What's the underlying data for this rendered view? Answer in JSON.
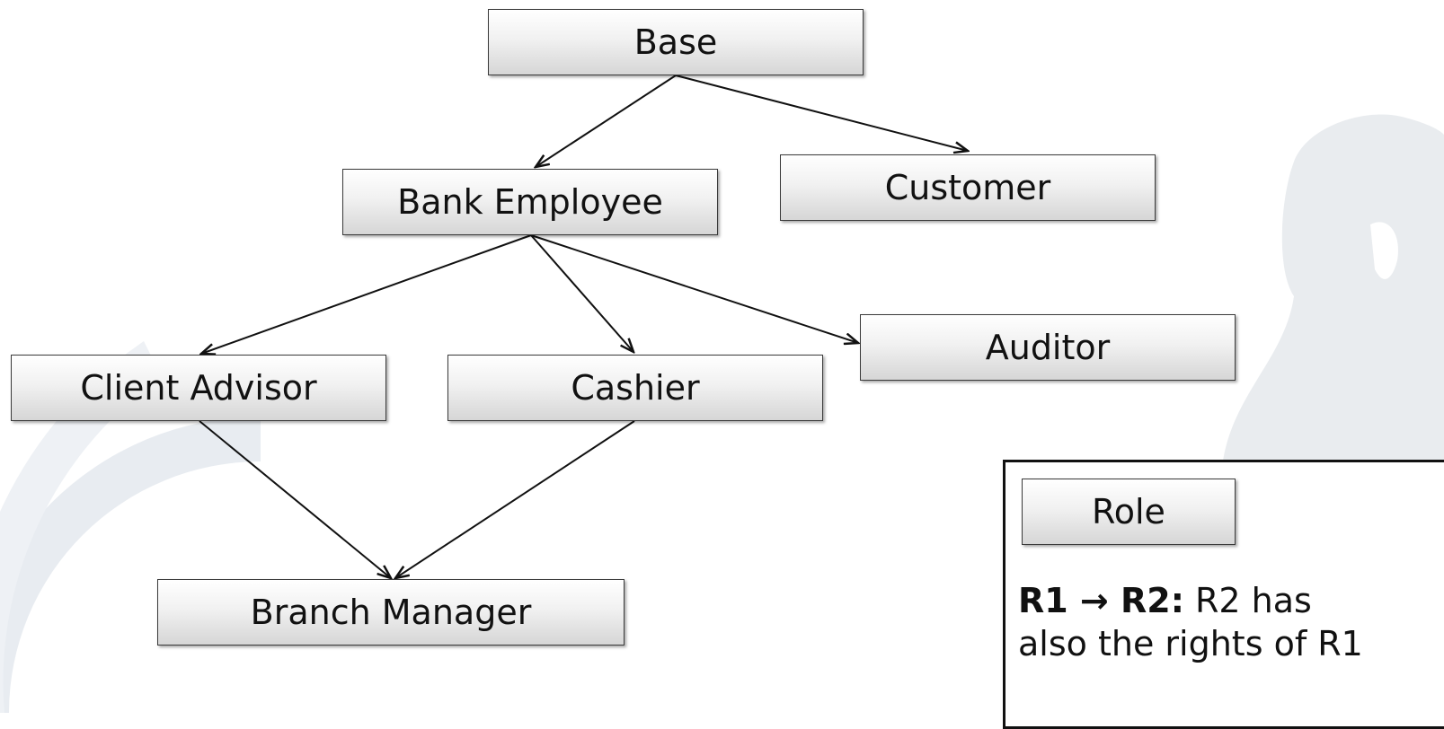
{
  "nodes": {
    "base": "Base",
    "bank_employee": "Bank Employee",
    "customer": "Customer",
    "client_advisor": "Client Advisor",
    "cashier": "Cashier",
    "auditor": "Auditor",
    "branch_manager": "Branch Manager"
  },
  "edges": [
    {
      "from": "Base",
      "to": "Bank Employee"
    },
    {
      "from": "Base",
      "to": "Customer"
    },
    {
      "from": "Bank Employee",
      "to": "Client Advisor"
    },
    {
      "from": "Bank Employee",
      "to": "Cashier"
    },
    {
      "from": "Bank Employee",
      "to": "Auditor"
    },
    {
      "from": "Client Advisor",
      "to": "Branch Manager"
    },
    {
      "from": "Cashier",
      "to": "Branch Manager"
    }
  ],
  "legend": {
    "role_label": "Role",
    "rule_key": "R1 → R2:",
    "rule_text_1": "R2 has",
    "rule_text_2": "also the rights of R1"
  },
  "colors": {
    "box_border": "#3a3a3a",
    "arrow": "#111111",
    "decor": "#e6eaef"
  }
}
